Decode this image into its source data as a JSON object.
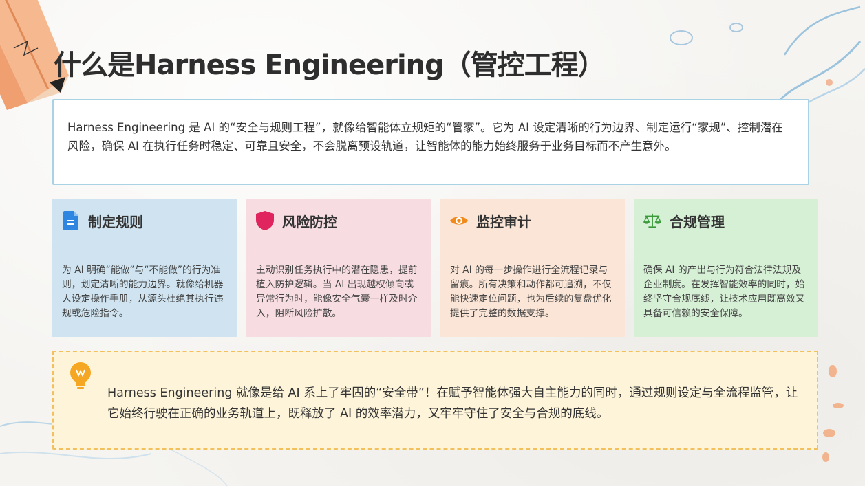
{
  "title": "什么是Harness Engineering（管控工程）",
  "intro": "Harness Engineering 是 AI 的“安全与规则工程”，就像给智能体立规矩的“管家”。它为 AI 设定清晰的行为边界、制定运行“家规”、控制潜在风险，确保 AI 在执行任务时稳定、可靠且安全，不会脱离预设轨道，让智能体的能力始终服务于业务目标而不产生意外。",
  "cards": [
    {
      "label": "制定规则",
      "icon": "document-icon",
      "color": "#2f86e0",
      "desc": "为 AI 明确“能做”与“不能做”的行为准则，划定清晰的能力边界。就像给机器人设定操作手册，从源头杜绝其执行违规或危险指令。"
    },
    {
      "label": "风险防控",
      "icon": "shield-icon",
      "color": "#e0245e",
      "desc": "主动识别任务执行中的潜在隐患，提前植入防护逻辑。当 AI 出现越权倾向或异常行为时，能像安全气囊一样及时介入，阻断风险扩散。"
    },
    {
      "label": "监控审计",
      "icon": "eye-icon",
      "color": "#f08a1c",
      "desc": "对 AI 的每一步操作进行全流程记录与留痕。所有决策和动作都可追溯，不仅能快速定位问题，也为后续的复盘优化提供了完整的数据支撑。"
    },
    {
      "label": "合规管理",
      "icon": "scales-icon",
      "color": "#3a9a3a",
      "desc": "确保 AI 的产出与行为符合法律法规及企业制度。在发挥智能效率的同时，始终坚守合规底线，让技术应用既高效又具备可信赖的安全保障。"
    }
  ],
  "note": {
    "icon": "lightbulb-icon",
    "text": "Harness Engineering 就像是给 AI 系上了牢固的“安全带”！在赋予智能体强大自主能力的同时，通过规则设定与全流程监管，让它始终行驶在正确的业务轨道上，既释放了 AI 的效率潜力，又牢牢守住了安全与合规的底线。"
  },
  "accents": {
    "intro_border": "#a9d3e4",
    "note_border": "#f2c15d",
    "note_bg": "#fdf4da"
  }
}
